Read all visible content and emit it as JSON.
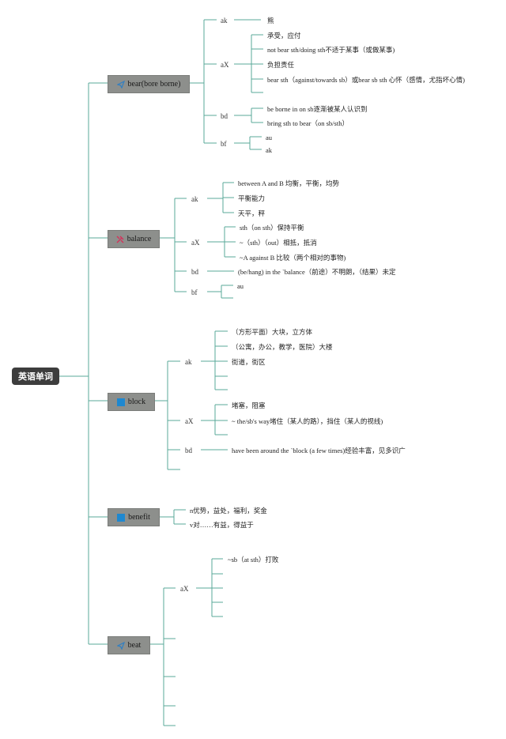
{
  "root": {
    "label": "英语单词"
  },
  "words": [
    {
      "id": "bear",
      "label": "bear(bore borne)",
      "icon": "paper-plane-icon",
      "icon_color": "#2f7fc4",
      "groups": [
        {
          "label": "ak",
          "items": [
            "熊"
          ]
        },
        {
          "label": "aX",
          "items": [
            "承受，应付",
            "not bear sth/doing sth不适于某事（或做某事)",
            "负担责任",
            "bear sth（against/towards sb）或bear sb sth 心怀（感情，尤指坏心情)",
            ""
          ]
        },
        {
          "label": "bd",
          "items": [
            "be borne in on sb逐渐被某人认识到",
            "bring sth to bear（on sb/sth）"
          ]
        },
        {
          "label": "bf",
          "items": [
            "au",
            "ak"
          ]
        }
      ]
    },
    {
      "id": "balance",
      "label": "balance",
      "icon": "tools-icon",
      "icon_color": "#d6305a",
      "groups": [
        {
          "label": "ak",
          "items": [
            "between A and B 均衡，平衡，均势",
            "平衡能力",
            "天平，秤"
          ]
        },
        {
          "label": "aX",
          "items": [
            "sth（on sth）保持平衡",
            "~（sth）（out）相抵，抵消",
            "~A against B 比较（两个相对的事物)"
          ]
        },
        {
          "label": "bd",
          "items": [
            "(be/hang) in the `balance（前途）不明朗，（结果）未定"
          ]
        },
        {
          "label": "bf",
          "items": [
            "au",
            ""
          ]
        }
      ]
    },
    {
      "id": "block",
      "label": "block",
      "icon": "blue-square-icon",
      "icon_color": "#1f88d0",
      "groups": [
        {
          "label": "ak",
          "items": [
            "（方形平面）大块，立方体",
            "（公寓，办公，教学，医院）大楼",
            "街道，街区",
            "",
            ""
          ]
        },
        {
          "label": "aX",
          "items": [
            "堵塞，阻塞",
            "~ the/sb's way堵住（某人的路），挡住（某人的视线)",
            ""
          ]
        },
        {
          "label": "bd",
          "items": [
            "have been around the `block (a few times)经验丰富，见多识广"
          ]
        },
        {
          "label": "",
          "items": []
        }
      ]
    },
    {
      "id": "benefit",
      "label": "benefit",
      "icon": "blue-square-icon",
      "icon_color": "#1f88d0",
      "groups": [
        {
          "label": "",
          "items": [
            "n优势，益处，福利，奖金"
          ]
        },
        {
          "label": "",
          "items": [
            "v对……有益，得益于"
          ]
        }
      ]
    },
    {
      "id": "beat",
      "label": "beat",
      "icon": "paper-plane-icon",
      "icon_color": "#2f7fc4",
      "groups": [
        {
          "label": "aX",
          "items": [
            "~sb（at sth）打败",
            "",
            "",
            "",
            ""
          ]
        },
        {
          "label": "",
          "items": []
        },
        {
          "label": "",
          "items": []
        },
        {
          "label": "",
          "items": []
        },
        {
          "label": "",
          "items": []
        }
      ]
    }
  ],
  "colors": {
    "line": "#5aa898",
    "root_bg": "#3d3d3d",
    "word_bg": "#8d8f8c"
  }
}
